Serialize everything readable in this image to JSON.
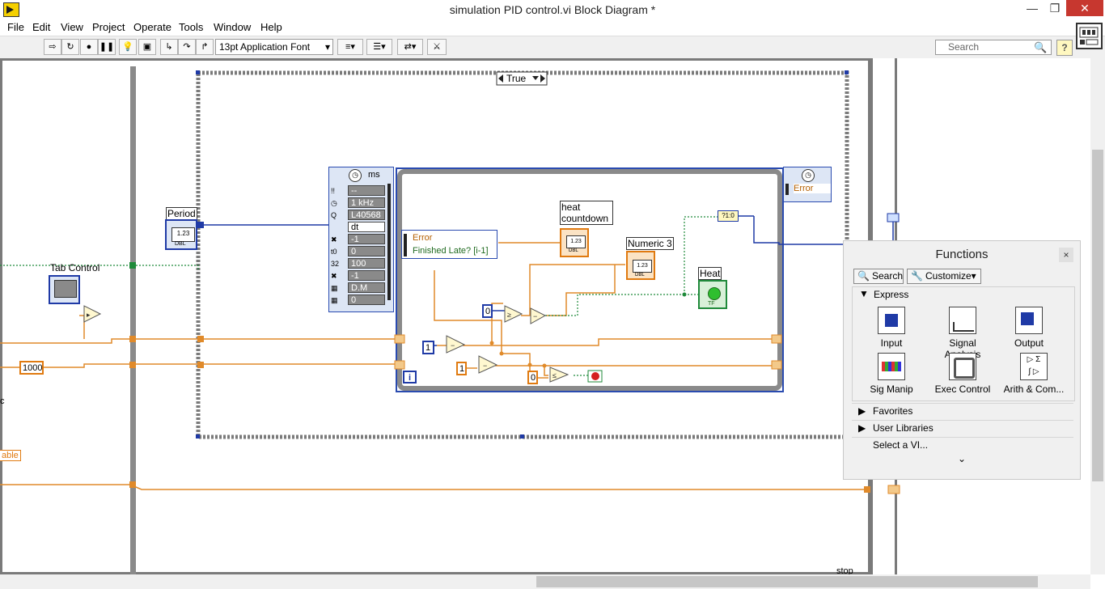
{
  "window": {
    "title": "simulation PID control.vi Block Diagram *",
    "min_glyph": "—",
    "max_glyph": "❐",
    "close_glyph": "✕"
  },
  "menu": [
    "File",
    "Edit",
    "View",
    "Project",
    "Operate",
    "Tools",
    "Window",
    "Help"
  ],
  "toolbar": {
    "font": "13pt Application Font",
    "search_placeholder": "Search",
    "help": "?"
  },
  "diagram": {
    "case_selector": "True",
    "labels": {
      "period": "Period",
      "tab_control": "Tab Control",
      "heat_countdown": "heat countdown",
      "numeric3": "Numeric 3",
      "heat": "Heat",
      "stop": "stop",
      "cut_left": "c",
      "cut_able": "able"
    },
    "constants": {
      "c1000": "1000",
      "c0a": "0",
      "c1a": "1",
      "c1b": "1",
      "c0b": "0",
      "ms": "ms"
    },
    "timed_node": {
      "rows": [
        "--",
        "1 kHz",
        "L40568",
        "dt",
        "-1",
        "0",
        "100",
        "-1",
        "D.M",
        "0"
      ],
      "left_tags": [
        "!!",
        "◷",
        "Q",
        "",
        "✖",
        "t0",
        "32",
        "✖",
        "▦",
        "▦"
      ]
    },
    "cluster_out": {
      "error": "Error",
      "finished_late": "Finished Late? [i-1]"
    },
    "right_node": {
      "error": "Error"
    },
    "indicator_text": "1.23",
    "indicator_type": "DBL",
    "bool_type": "TF",
    "iteration": "i",
    "conv": "?1:0"
  },
  "functions_palette": {
    "title": "Functions",
    "close_glyph": "×",
    "search_btn": "Search",
    "customize_btn": "Customize▾",
    "express": "Express",
    "items": [
      "Input",
      "Signal Analysis",
      "Output",
      "Sig Manip",
      "Exec Control",
      "Arith & Com..."
    ],
    "favorites": "Favorites",
    "user_libraries": "User Libraries",
    "select_vi": "Select a VI...",
    "more_glyph": "⌄"
  },
  "colors": {
    "orange_wire": "#e08a2a",
    "blue_wire": "#1f3aa6",
    "green_wire": "#1f8a3a",
    "frame_gray": "#808080",
    "const_border_orange": "#e07a10",
    "const_border_blue": "#1f3aa6"
  }
}
